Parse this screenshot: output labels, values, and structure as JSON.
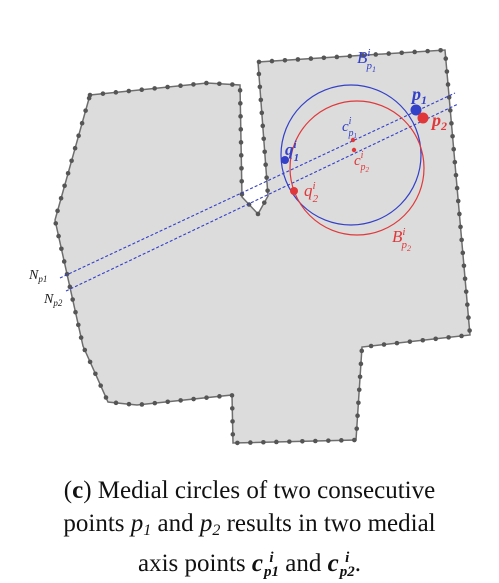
{
  "figure": {
    "colors": {
      "shape_fill": "#dcdcdc",
      "boundary": "#6e6e6e",
      "point": "#555555",
      "blue": "#3340c8",
      "red": "#e0383a",
      "label_dark": "#1a1a1a"
    },
    "labels": {
      "B_p1": "B",
      "B_p1_sup": "i",
      "B_p1_sub": "p",
      "B_p1_subsub": "1",
      "B_p2": "B",
      "B_p2_sup": "i",
      "B_p2_sub": "p",
      "B_p2_subsub": "2",
      "p1": "p",
      "p1_sub": "1",
      "p2": "p",
      "p2_sub": "2",
      "c_p1": "c",
      "c_p1_sup": "i",
      "c_p1_sub": "p",
      "c_p1_subsub": "1",
      "c_p2": "c",
      "c_p2_sup": "i",
      "c_p2_sub": "p",
      "c_p2_subsub": "2",
      "q1": "q",
      "q1_sup": "i",
      "q1_sub": "1",
      "q2": "q",
      "q2_sup": "i",
      "q2_sub": "2",
      "N_p1": "N",
      "N_p1_sub": "p1",
      "N_p2": "N",
      "N_p2_sub": "p2"
    }
  },
  "caption": {
    "panel": "c",
    "line1_after_panel": ") Medial circles of two consecutive",
    "line2_pre": "points ",
    "line2_p1": "p",
    "line2_p1_sub": "1",
    "line2_mid": " and ",
    "line2_p2": "p",
    "line2_p2_sub": "2",
    "line2_post": " results in two medial",
    "line3_pre": "axis points ",
    "line3_c1": "c",
    "line3_c1_sup": "i",
    "line3_c1_sub": "p1",
    "line3_mid": " and ",
    "line3_c2": "c",
    "line3_c2_sup": "i",
    "line3_c2_sub": "p2",
    "line3_end": "."
  }
}
